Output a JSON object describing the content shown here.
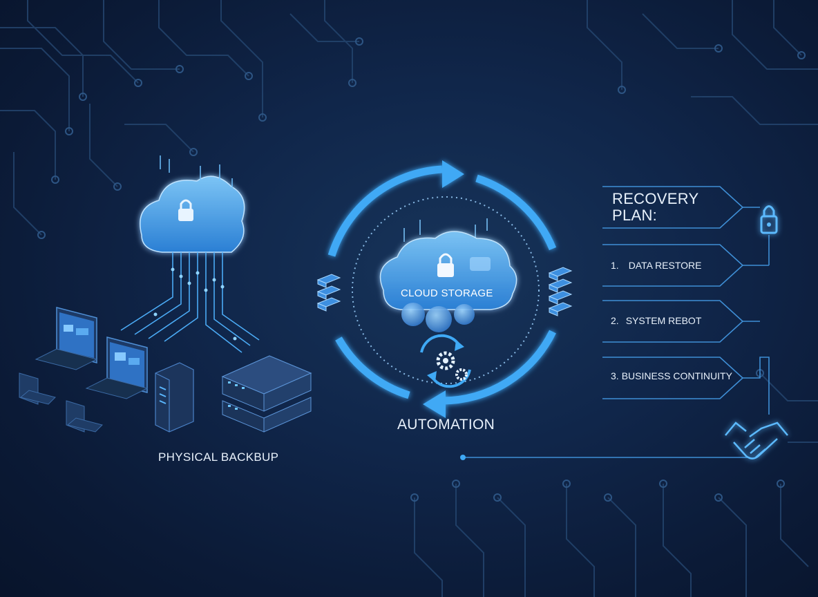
{
  "physical": {
    "label": "PHYSICAL BACKBUP",
    "icon": "physical-backup-icon"
  },
  "cloud": {
    "label": "CLOUD STORAGE",
    "icon": "cloud-lock-icon"
  },
  "automation": {
    "label": "AUTOMATION",
    "icon": "gears-sync-icon"
  },
  "recovery_plan": {
    "title_line1": "RECOVERY",
    "title_line2": "PLAN:",
    "items": [
      {
        "number": "1.",
        "text": "DATA RESTORE"
      },
      {
        "number": "2.",
        "text": "SYSTEM REBOT"
      },
      {
        "number": "3.",
        "text": "BUSINESS CONTINUITY"
      }
    ],
    "icons": [
      "padlock-icon",
      "handshake-icon"
    ]
  },
  "colors": {
    "background": "#0b1a36",
    "accent": "#3fa9f5",
    "circuit": "#2a4a72",
    "text": "#e8f1fb"
  }
}
